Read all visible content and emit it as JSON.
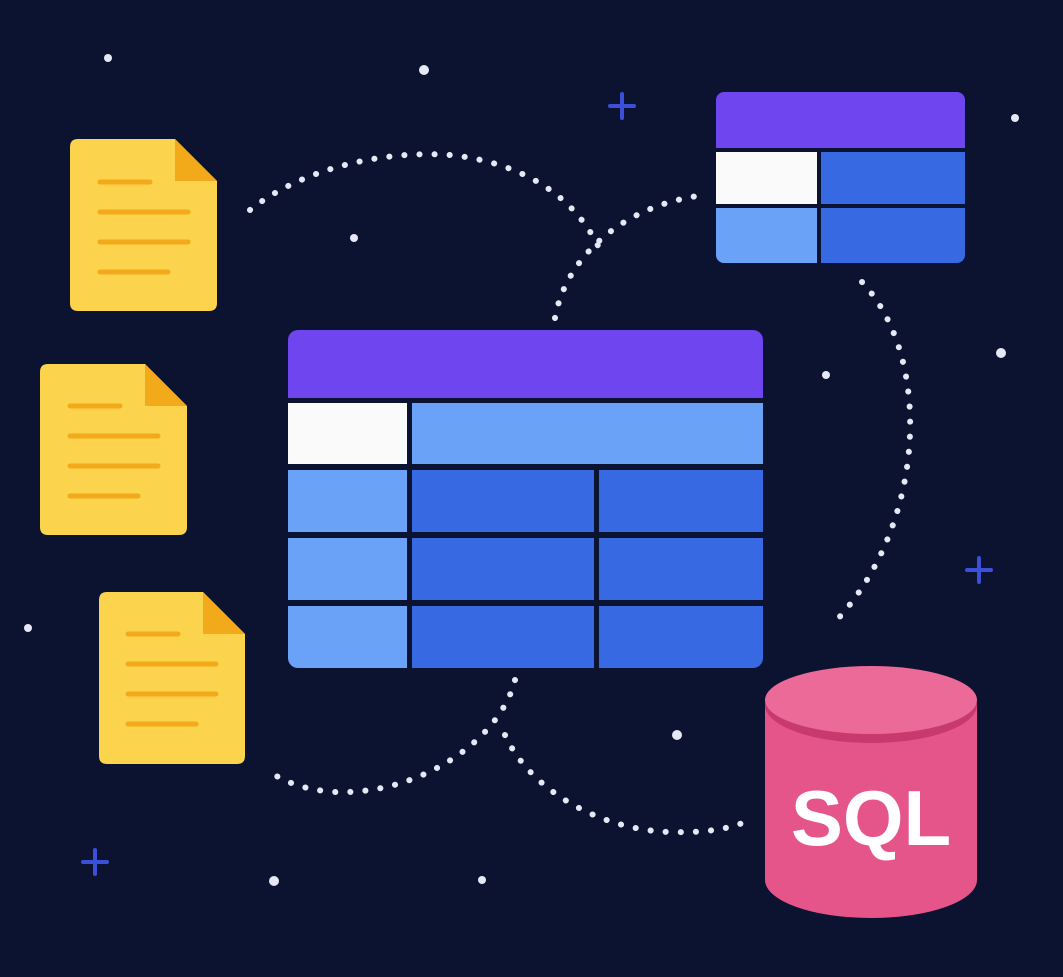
{
  "illustration": {
    "database_label": "SQL",
    "document_count": 3,
    "colors": {
      "background": "#0c1330",
      "document": "#fcd34d",
      "document_fold": "#f2a91a",
      "document_lines": "#f2a91a",
      "table_header": "#6f45f0",
      "cell_light": "#6aa2f7",
      "cell_dark": "#3669e2",
      "cell_white": "#fafafa",
      "database": "#e55589",
      "database_top": "#ec6a98",
      "dotted_path": "#e6e9f5",
      "sparkle": "#3b4fd8"
    },
    "icons": [
      "document-icon",
      "table-icon",
      "database-icon",
      "dotted-path",
      "sparkle-icon"
    ]
  }
}
